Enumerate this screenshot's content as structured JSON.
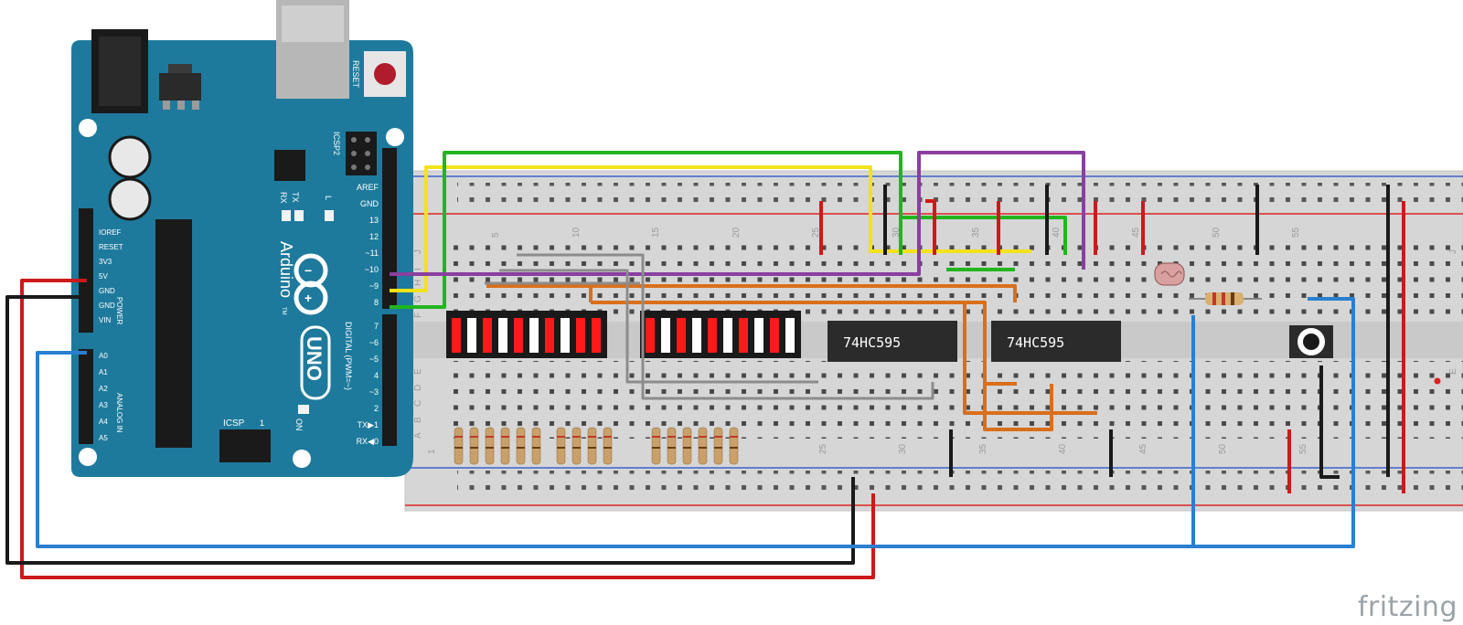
{
  "arduino": {
    "reset_label": "RESET",
    "icsp2_label": "ICSP2",
    "icsp_label": "ICSP",
    "tx_label": "TX",
    "rx_label": "RX",
    "l_label": "L",
    "on_label": "ON",
    "brand": "Arduino",
    "tm": "TM",
    "uno": "UNO",
    "digital_label": "DIGITAL (PWM=~)",
    "power_label": "POWER",
    "analog_label": "ANALOG IN",
    "icsp_pin_1": "1",
    "power_pins": [
      "IOREF",
      "RESET",
      "3V3",
      "5V",
      "GND",
      "GND",
      "VIN"
    ],
    "analog_pins": [
      "A0",
      "A1",
      "A2",
      "A3",
      "A4",
      "A5"
    ],
    "digital_pins_top": [
      "AREF",
      "GND",
      "13",
      "12",
      "~11",
      "~10",
      "~9",
      "8"
    ],
    "digital_pins_bottom": [
      "7",
      "~6",
      "~5",
      "4",
      "~3",
      "2",
      "TX▶1",
      "RX◀0"
    ]
  },
  "breadboard": {
    "column_numbers": [
      "5",
      "10",
      "15",
      "20",
      "25",
      "30",
      "35",
      "40",
      "45",
      "50",
      "55"
    ],
    "row_letters_top": [
      "J",
      "I",
      "H",
      "G",
      "F"
    ],
    "row_letters_bottom": [
      "E",
      "D",
      "C",
      "B",
      "A"
    ],
    "bottom_numbers": [
      "1",
      "25",
      "30",
      "35",
      "40",
      "45",
      "50",
      "55"
    ]
  },
  "chips": [
    {
      "label": "74HC595"
    },
    {
      "label": "74HC595"
    }
  ],
  "watermark": "fritzing",
  "colors": {
    "board": "#1e7a9c",
    "wire_red": "#cc1a1a",
    "wire_black": "#1a1a1a",
    "wire_blue": "#2a7fd0",
    "wire_yellow": "#f2e21a",
    "wire_green": "#22b51f",
    "wire_purple": "#8a3fa0",
    "wire_orange": "#d96f1b",
    "wire_gray": "#8c8c8c"
  }
}
